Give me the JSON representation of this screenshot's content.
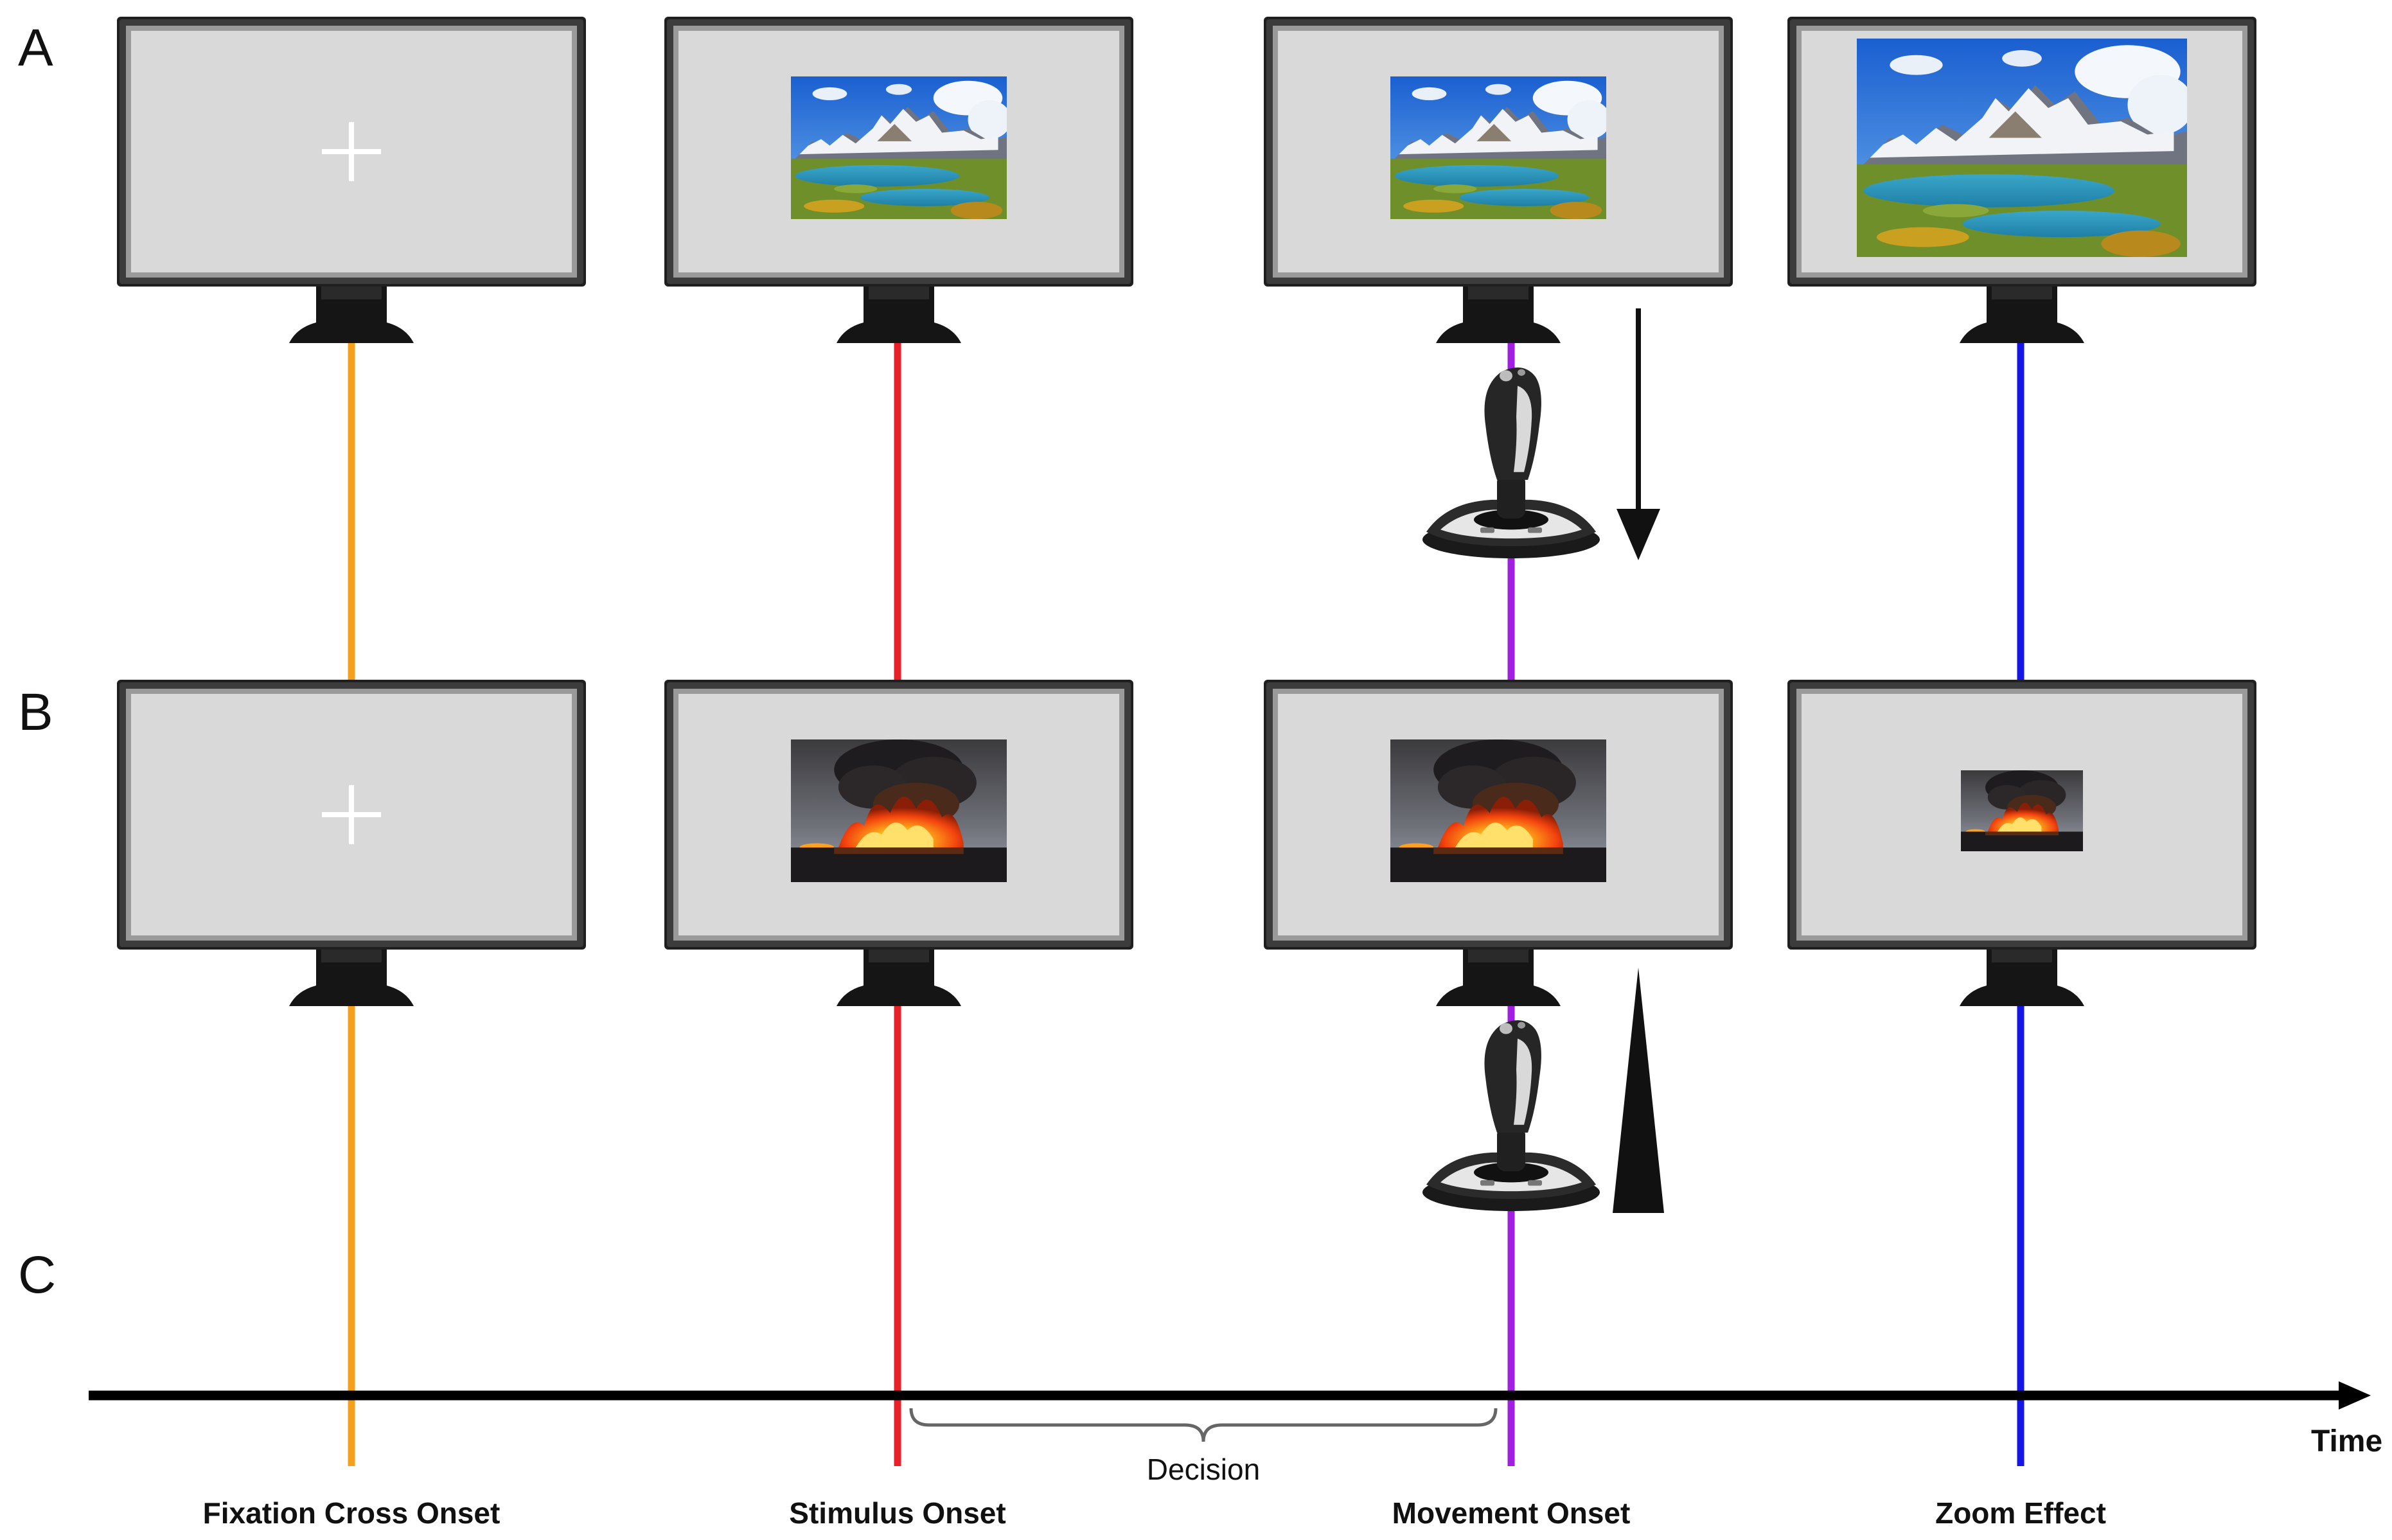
{
  "panels": {
    "a": "A",
    "b": "B",
    "c": "C"
  },
  "events": [
    {
      "label": "Fixation Cross Onset",
      "color": "#f5a01a"
    },
    {
      "label": "Stimulus Onset",
      "color": "#e8202a"
    },
    {
      "label": "Movement Onset",
      "color": "#a01fe0"
    },
    {
      "label": "Zoom Effect",
      "color": "#1515e6"
    }
  ],
  "decision_label": "Decision",
  "time_label": "Time",
  "row_a": {
    "screens": [
      "fixation-cross",
      "landscape-image",
      "landscape-image",
      "landscape-image-zoomed-in"
    ],
    "joystick_direction": "pull"
  },
  "row_b": {
    "screens": [
      "fixation-cross",
      "fire-image",
      "fire-image",
      "fire-image-zoomed-out"
    ],
    "joystick_direction": "push"
  }
}
